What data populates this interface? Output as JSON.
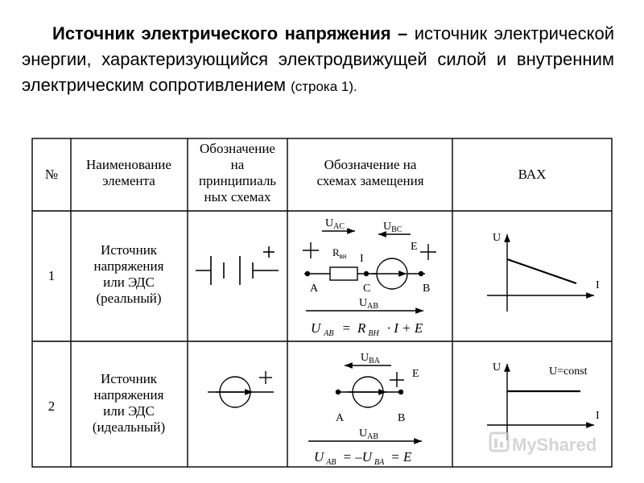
{
  "intro": {
    "term": "Источник электрического напряжения –",
    "definition": "источник электрической энергии, характеризующийся электродвижущей силой и внутренним электрическим сопротивлением",
    "ref": "(строка 1)."
  },
  "table": {
    "headers": {
      "num": "№",
      "name": [
        "Наименование",
        "элемента"
      ],
      "symbol": [
        "Обозначение",
        "на",
        "принципиаль",
        "ных схемах"
      ],
      "equiv": [
        "Обозначение на",
        "схемах замещения"
      ],
      "vax": "ВАХ"
    },
    "rows": [
      {
        "num": "1",
        "name": [
          "Источник",
          "напряжения",
          "или ЭДС",
          "(реальный)"
        ],
        "equiv": {
          "u_ac": "U",
          "u_ac_sub": "AC",
          "u_bc": "U",
          "u_bc_sub": "BC",
          "r": "R",
          "r_sub": "вн",
          "i": "I",
          "e": "E",
          "a": "A",
          "c": "C",
          "b": "B",
          "u_ab": "U",
          "u_ab_sub": "AB",
          "formula": {
            "u": "U",
            "u_sub": "AB",
            "eq": "=",
            "r": "R",
            "r_sub": "BH",
            "rest": "· I + E"
          }
        },
        "vax": {
          "y": "U",
          "x": "I"
        }
      },
      {
        "num": "2",
        "name": [
          "Источник",
          "напряжения",
          "или ЭДС",
          "(идеальный)"
        ],
        "equiv": {
          "u_ba": "U",
          "u_ba_sub": "BA",
          "e": "E",
          "a": "A",
          "b": "B",
          "u_ab": "U",
          "u_ab_sub": "AB",
          "formula": {
            "u": "U",
            "u_sub": "AB",
            "eq": "= –U",
            "u2_sub": "BA",
            "rest": "= E"
          }
        },
        "vax": {
          "y": "U",
          "x": "I",
          "label": "U=const"
        }
      }
    ]
  },
  "watermark": {
    "text": "MyShared"
  }
}
